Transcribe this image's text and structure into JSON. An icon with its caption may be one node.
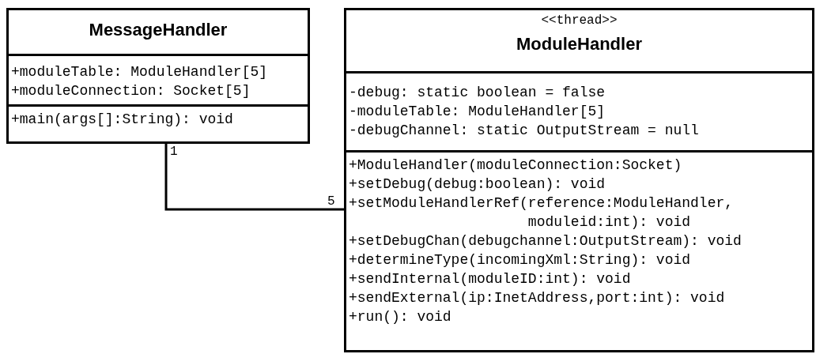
{
  "diagram": {
    "nodes": [
      {
        "text": [
          "MessageHandler"
        ]
      },
      {
        "text": [
          "+moduleTable: ModuleHandler[5]",
          "+moduleConnection: Socket[5]"
        ],
        "in": 0
      },
      {
        "text": [
          "+main(args[]:String): void"
        ],
        "in": 0
      },
      {
        "text": [
          "<<thread>>",
          "ModuleHandler"
        ]
      },
      {
        "text": [
          "-debug: static boolean = false",
          "-moduleTable: ModuleHandler[5]",
          "-debugChannel: static OutputStream = null"
        ],
        "in": 3
      },
      {
        "text": [
          "+ModuleHandler(moduleConnection:Socket)",
          "+setDebug(debug:boolean): void",
          "+setModuleHandlerRef(reference:ModuleHandler, moduleid:int): void",
          "+setDebugChan(debugchannel:OutputStream): void",
          "+determineType(incomingXml:String): void",
          "+sendInternal(moduleID:int): void",
          "+sendExternal(ip:InetAddress,port:int): void",
          "+run(): void"
        ],
        "in": 3
      }
    ],
    "edges": [
      {
        "from": 0,
        "to": 3,
        "arrow": "none"
      }
    ],
    "labels": [
      "1",
      "5"
    ]
  }
}
